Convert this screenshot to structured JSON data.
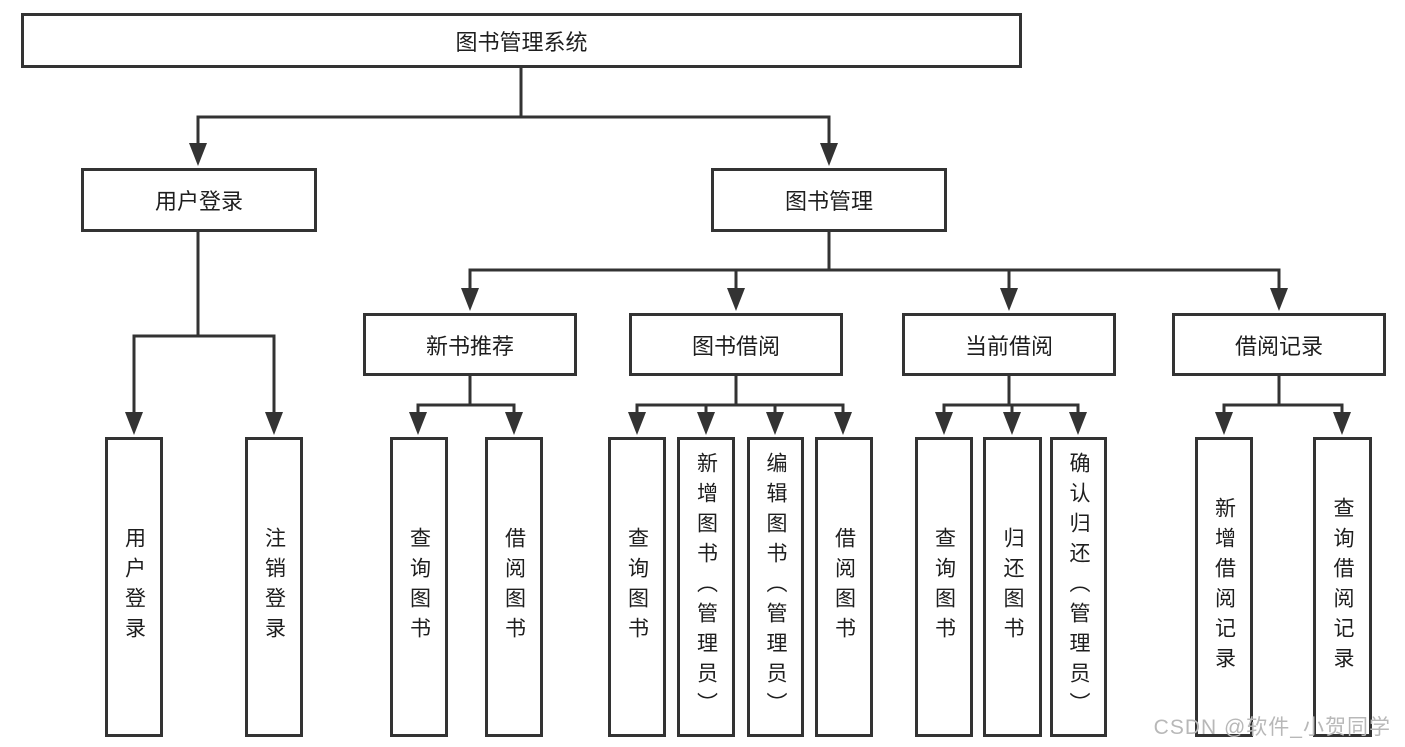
{
  "nodes": {
    "root": "图书管理系统",
    "level2": [
      "用户登录",
      "图书管理"
    ],
    "level3": [
      "新书推荐",
      "图书借阅",
      "当前借阅",
      "借阅记录"
    ],
    "leaves": {
      "user_login": [
        "用户登录",
        "注销登录"
      ],
      "new_book_recommend": [
        "查询图书",
        "借阅图书"
      ],
      "book_borrow": [
        "查询图书",
        "新增图书（管理员）",
        "编辑图书（管理员）",
        "借阅图书"
      ],
      "current_borrow": [
        "查询图书",
        "归还图书",
        "确认归还（管理员）"
      ],
      "borrow_records": [
        "新增借阅记录",
        "查询借阅记录"
      ]
    }
  },
  "watermark": "CSDN @软件_小贺同学",
  "colors": {
    "line": "#333333",
    "box_border": "#333333",
    "background": "#ffffff",
    "text": "#1e1e1e",
    "watermark": "#b8b8b8"
  }
}
